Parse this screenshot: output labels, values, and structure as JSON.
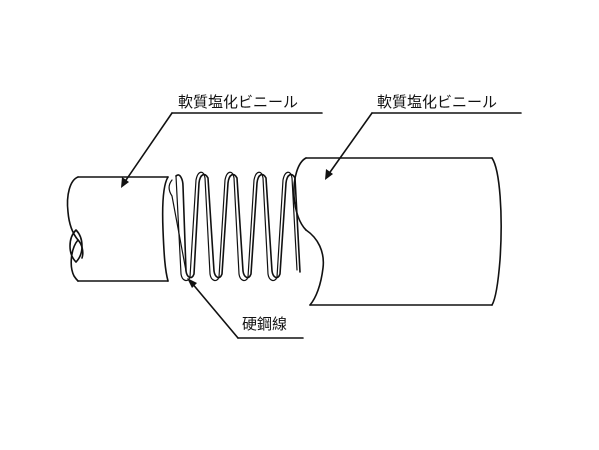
{
  "labels": {
    "inner_layer": "軟質塩化ビニール",
    "outer_layer": "軟質塩化ビニール",
    "reinforcement": "硬鋼線"
  },
  "colors": {
    "line": "#111111",
    "background": "#ffffff"
  }
}
